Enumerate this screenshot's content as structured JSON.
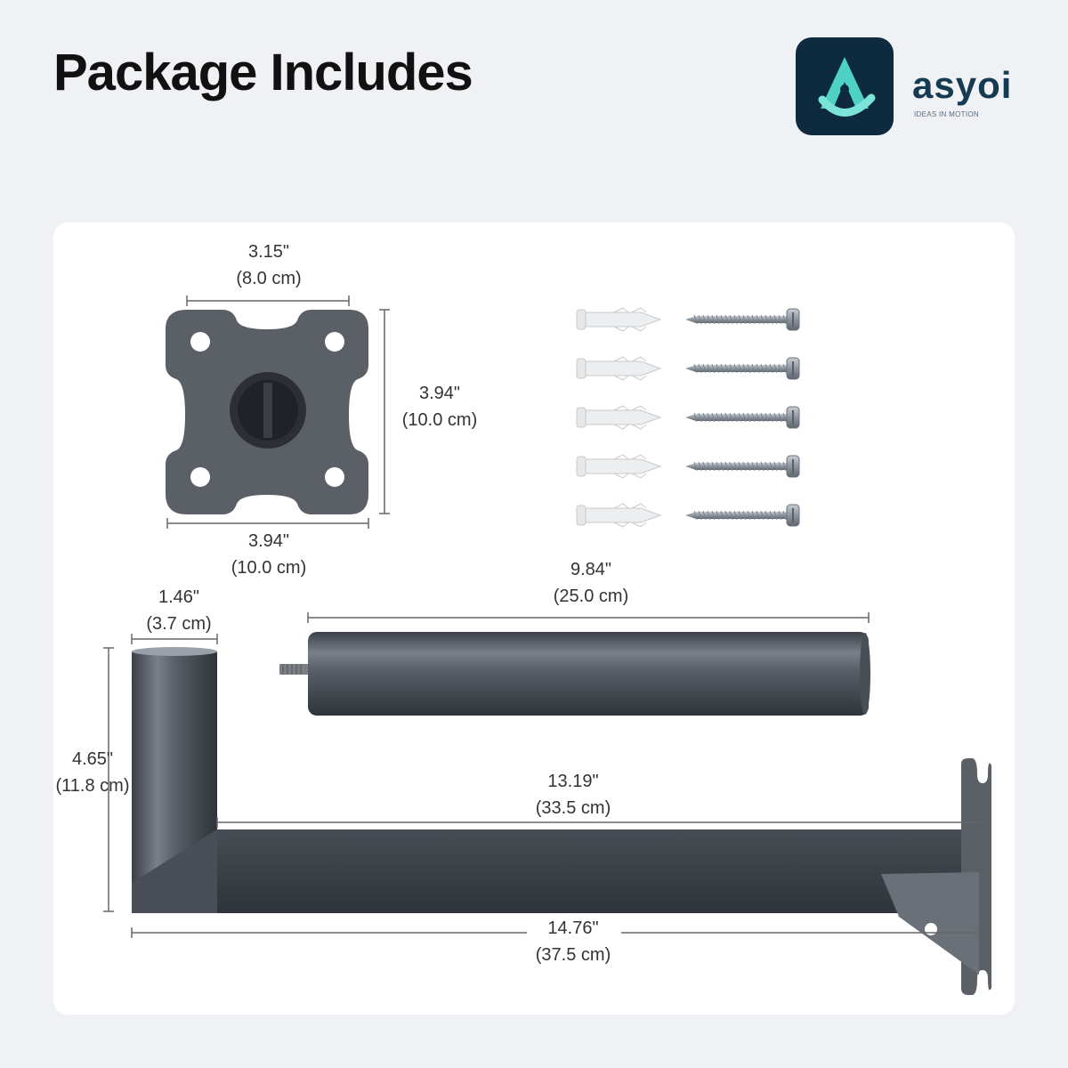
{
  "header": {
    "title": "Package Includes"
  },
  "logo": {
    "brand": "asyoi",
    "tagline": "IDEAS IN MOTION",
    "icon": "asyoi-logo-icon",
    "bg_color": "#0d2a3f",
    "accent_color": "#4fd1c5"
  },
  "dimensions": {
    "plate_top": {
      "in": "3.15\"",
      "cm": "(8.0 cm)"
    },
    "plate_right": {
      "in": "3.94\"",
      "cm": "(10.0 cm)"
    },
    "plate_bottom": {
      "in": "3.94\"",
      "cm": "(10.0 cm)"
    },
    "rod_length": {
      "in": "9.84\"",
      "cm": "(25.0 cm)"
    },
    "tube_diameter": {
      "in": "1.46\"",
      "cm": "(3.7 cm)"
    },
    "tube_height": {
      "in": "4.65\"",
      "cm": "(11.8 cm)"
    },
    "arm_inner": {
      "in": "13.19\"",
      "cm": "(33.5 cm)"
    },
    "arm_total": {
      "in": "14.76\"",
      "cm": "(37.5 cm)"
    }
  },
  "hardware": {
    "anchor_count": 5,
    "screw_count": 5
  },
  "colors": {
    "metal": "#4e545c",
    "metal_dark": "#3a3f46",
    "background": "#eff1f4",
    "card": "#ffffff"
  }
}
